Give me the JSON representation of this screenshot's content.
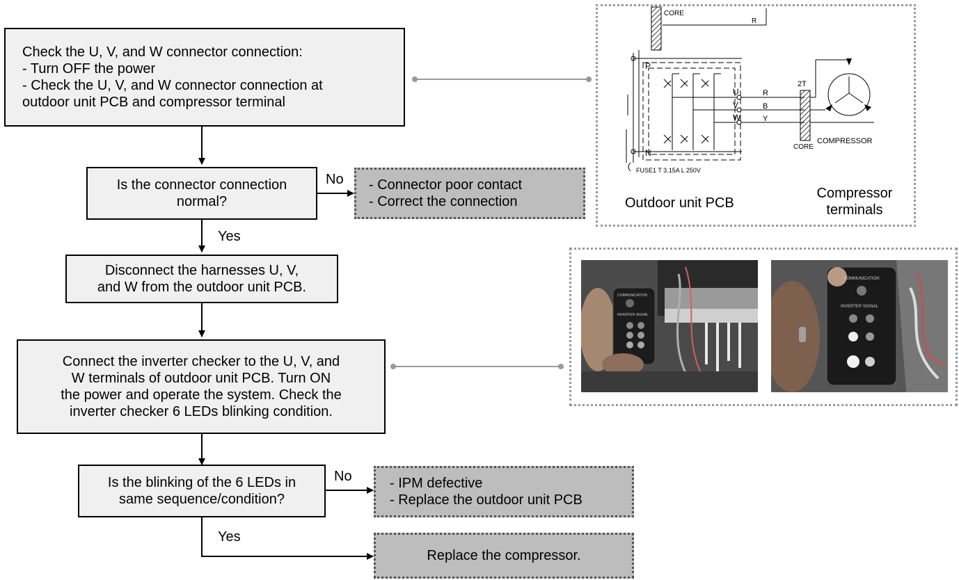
{
  "flow": {
    "step1": "Check the U, V, and W connector connection:\n- Turn OFF the power\n- Check the U, V, and W connector connection at\noutdoor unit PCB and compressor terminal",
    "decision1": "Is the connector connection\nnormal?",
    "decision1_no_label": "No",
    "decision1_no_outcome": "- Connector poor contact\n- Correct the connection",
    "decision1_yes_label": "Yes",
    "step2": "Disconnect the harnesses U, V,\nand W from the outdoor unit PCB.",
    "step3": "Connect the inverter checker to the U, V, and\nW terminals of outdoor unit PCB. Turn ON\nthe power and operate the system. Check the\ninverter checker 6 LEDs blinking condition.",
    "decision2": "Is the blinking of the 6 LEDs in\nsame sequence/condition?",
    "decision2_no_label": "No",
    "decision2_no_outcome": "- IPM defective\n- Replace the outdoor unit PCB",
    "decision2_yes_label": "Yes",
    "final": "Replace the compressor."
  },
  "schematic": {
    "caption_pcb": "Outdoor unit PCB",
    "caption_compressor": "Compressor\nterminals",
    "label_core_top": "CORE",
    "label_r_top": "R",
    "label_p": "P",
    "label_n": "N",
    "label_u": "U",
    "label_v": "V",
    "label_w": "W",
    "label_r": "R",
    "label_b": "B",
    "label_y": "Y",
    "label_2t": "2T",
    "label_core_bottom": "CORE",
    "label_compressor": "COMPRESSOR",
    "label_fuse": "FUSE1 T 3.15A L 250V"
  },
  "photos": {
    "left_communication": "COMMUNICATION",
    "left_inverter": "INVERTER SIGNAL",
    "right_communication": "COMMUNICATION",
    "right_inverter": "INVERTER SIGNAL"
  },
  "colors": {
    "step_fill": "#f0f0f0",
    "outcome_fill": "#bdbdbd",
    "connector_line": "#999999"
  }
}
